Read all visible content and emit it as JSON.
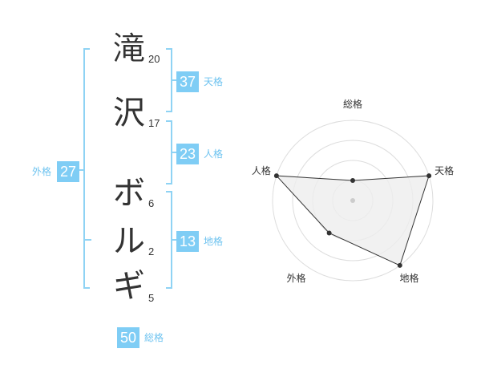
{
  "name_chars": [
    {
      "char": "滝",
      "strokes": "20"
    },
    {
      "char": "沢",
      "strokes": "17"
    },
    {
      "char": "ボ",
      "strokes": "6"
    },
    {
      "char": "ル",
      "strokes": "2"
    },
    {
      "char": "ギ",
      "strokes": "5"
    }
  ],
  "fortunes": {
    "tenkaku": {
      "value": "37",
      "label": "天格"
    },
    "jinkaku": {
      "value": "23",
      "label": "人格"
    },
    "chikaku": {
      "value": "13",
      "label": "地格"
    },
    "gaikaku": {
      "value": "27",
      "label": "外格"
    },
    "soukaku": {
      "value": "50",
      "label": "総格"
    }
  },
  "radar": {
    "axes": [
      "総格",
      "天格",
      "地格",
      "外格",
      "人格"
    ],
    "levels": 4,
    "values": [
      1,
      4,
      4,
      2,
      4
    ],
    "max": 4,
    "colors": {
      "grid": "#dddddd",
      "fill": "#eeeeee",
      "line": "#333333",
      "point": "#333333",
      "center": "#cccccc"
    }
  }
}
